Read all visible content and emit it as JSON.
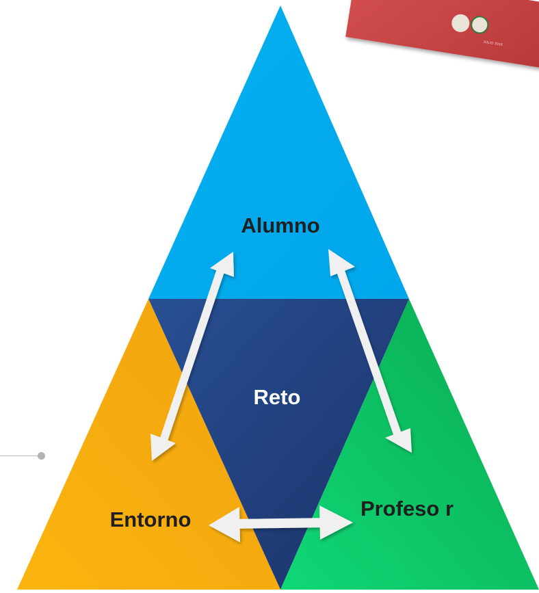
{
  "diagram": {
    "nodes": {
      "top": {
        "label": "Alumno",
        "color_light": "#04b0ef",
        "color_dark": "#00a6eb"
      },
      "center": {
        "label": "Reto",
        "color_light": "#284f94",
        "color_dark": "#1b3267"
      },
      "bottom_left": {
        "label": "Entorno",
        "color_light": "#f0a30f",
        "color_dark": "#fbb40f"
      },
      "bottom_right": {
        "label": "Profeso r",
        "color_light": "#0fd877",
        "color_dark": "#0aa84e"
      }
    },
    "edges": [
      {
        "from": "top",
        "to": "bottom_left"
      },
      {
        "from": "top",
        "to": "bottom_right"
      },
      {
        "from": "bottom_left",
        "to": "bottom_right"
      }
    ],
    "arrow_color": "#f0f0f0"
  },
  "corner_card": {
    "date_text": "JULIO 2016",
    "color": "#c9413f"
  }
}
